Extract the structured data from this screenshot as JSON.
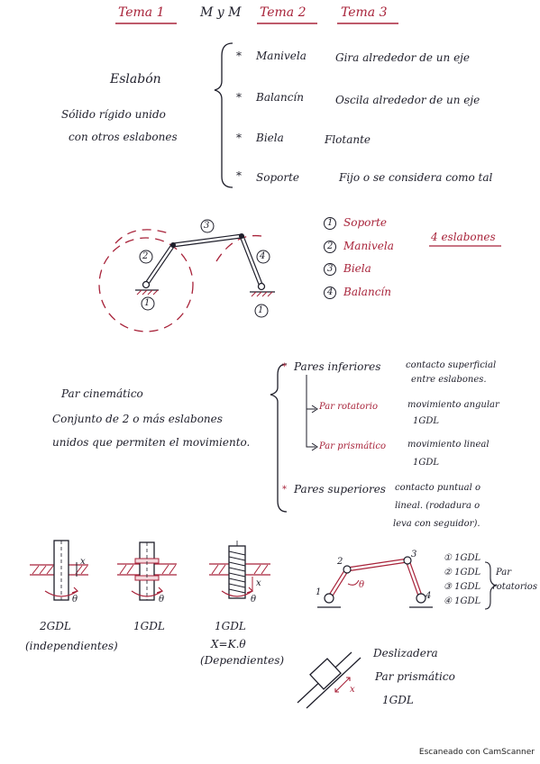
{
  "header": {
    "tab1": "Tema 1",
    "tab2": "M y M",
    "tab3": "Tema 2",
    "tab4": "Tema 3"
  },
  "eslabon": {
    "title": "Eslabón",
    "definition_line1": "Sólido rígido unido",
    "definition_line2": "con otros eslabones",
    "types": [
      {
        "name": "Manivela",
        "desc": "Gira alrededor de un eje"
      },
      {
        "name": "Balancín",
        "desc": "Oscila alrededor de un eje"
      },
      {
        "name": "Biela",
        "desc": "Flotante"
      },
      {
        "name": "Soporte",
        "desc": "Fijo o se considera como tal"
      }
    ]
  },
  "mechanism": {
    "labels": [
      "1",
      "2",
      "3",
      "4"
    ],
    "legend": [
      {
        "num": "1",
        "name": "Soporte"
      },
      {
        "num": "2",
        "name": "Manivela"
      },
      {
        "num": "3",
        "name": "Biela"
      },
      {
        "num": "4",
        "name": "Balancín"
      }
    ],
    "count": "4 eslabones"
  },
  "par": {
    "title": "Par cinemático",
    "definition_line1": "Conjunto de 2 o más eslabones",
    "definition_line2": "unidos que permiten el movimiento.",
    "inferiores": {
      "name": "Pares inferiores",
      "desc_line1": "contacto superficial",
      "desc_line2": "entre eslabones.",
      "rotatorio": {
        "name": "Par rotatorio",
        "desc": "movimiento angular",
        "gdl": "1GDL"
      },
      "prismatico": {
        "name": "Par prismático",
        "desc": "movimiento lineal",
        "gdl": "1GDL"
      }
    },
    "superiores": {
      "name": "Pares superiores",
      "desc_line1": "contacto puntual o",
      "desc_line2": "lineal. (rodadura o",
      "desc_line3": "leva con seguidor)."
    }
  },
  "joints": {
    "j1_label": "2GDL",
    "j1_note": "(independientes)",
    "j2_label": "1GDL",
    "j3_label": "1GDL",
    "j3_formula": "X=K.θ",
    "j3_note": "(Dependientes)"
  },
  "mech2": {
    "nodes": [
      "1",
      "2",
      "3",
      "4"
    ],
    "gdl_list": [
      "① 1GDL",
      "② 1GDL",
      "③ 1GDL",
      "④ 1GDL"
    ],
    "brace_label_line1": "Par",
    "brace_label_line2": "rotatorios"
  },
  "slider": {
    "title": "Deslizadera",
    "subtitle": "Par prismático",
    "gdl": "1GDL",
    "x_label": "x"
  },
  "footer": "Escaneado con CamScanner"
}
